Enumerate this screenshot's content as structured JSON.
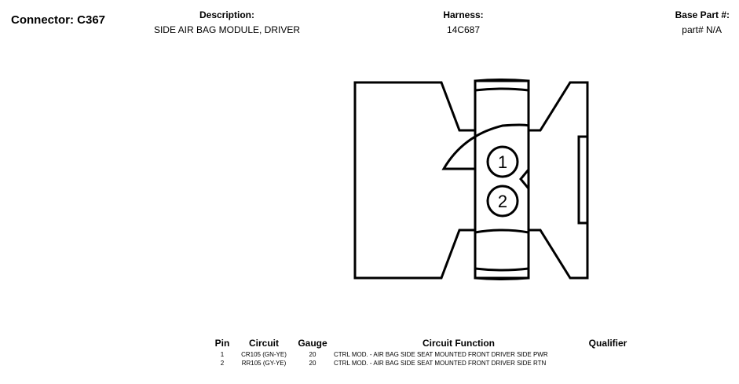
{
  "header": {
    "connector": "Connector: C367",
    "description_label": "Description:",
    "description_value": "SIDE AIR BAG MODULE, DRIVER",
    "harness_label": "Harness:",
    "harness_value": "14C687",
    "base_part_label": "Base Part #:",
    "base_part_value": "part# N/A"
  },
  "diagram": {
    "pins": [
      "1",
      "2"
    ]
  },
  "table": {
    "headers": {
      "pin": "Pin",
      "circuit": "Circuit",
      "gauge": "Gauge",
      "function": "Circuit Function",
      "qualifier": "Qualifier"
    },
    "rows": [
      {
        "pin": "1",
        "circuit": "CR105 (GN-YE)",
        "gauge": "20",
        "function": "CTRL MOD. - AIR BAG SIDE SEAT MOUNTED FRONT DRIVER SIDE PWR",
        "qualifier": ""
      },
      {
        "pin": "2",
        "circuit": "RR105 (GY-YE)",
        "gauge": "20",
        "function": "CTRL MOD. - AIR BAG SIDE SEAT MOUNTED FRONT DRIVER SIDE RTN",
        "qualifier": ""
      }
    ]
  }
}
